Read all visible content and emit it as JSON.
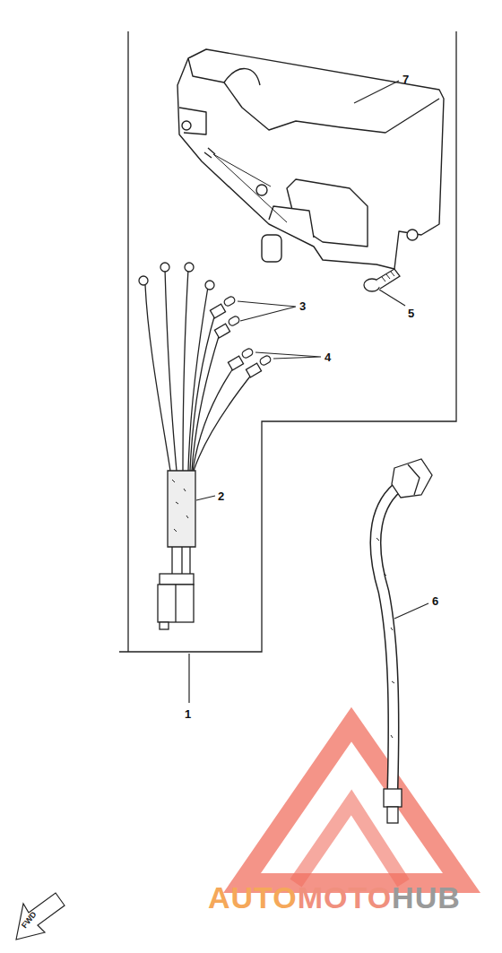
{
  "diagram": {
    "labels": [
      "7",
      "3",
      "4",
      "5",
      "2",
      "6",
      "1",
      "AUTO",
      "MOTO",
      "HUB",
      "FWD"
    ]
  }
}
